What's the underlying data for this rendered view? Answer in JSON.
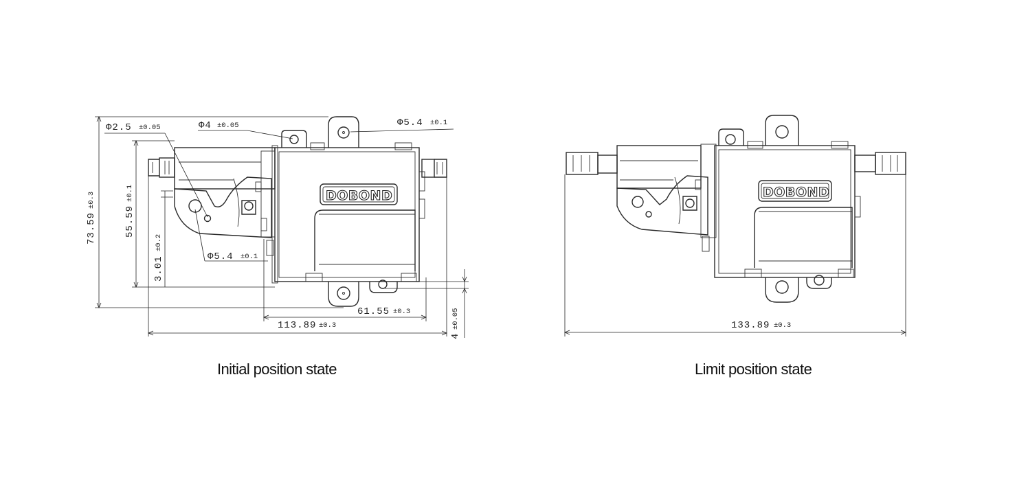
{
  "brand": "DOBOND",
  "left_view": {
    "caption": "Initial position state",
    "dims": {
      "hole_small": {
        "value": "Φ2.5",
        "tol": "±0.05"
      },
      "hole_mid": {
        "value": "Φ4",
        "tol": "±0.05"
      },
      "hole_top": {
        "value": "Φ5.4",
        "tol": "±0.1"
      },
      "hole_low": {
        "value": "Φ5.4",
        "tol": "±0.1"
      },
      "height_total": {
        "value": "73.59",
        "tol": "±0.3"
      },
      "height_body": {
        "value": "55.59",
        "tol": "±0.1"
      },
      "offset": {
        "value": "3.01",
        "tol": "±0.2"
      },
      "width_mid": {
        "value": "61.55",
        "tol": "±0.3"
      },
      "width_total": {
        "value": "113.89",
        "tol": "±0.3"
      },
      "thickness": {
        "value": "4",
        "tol": "±0.05"
      }
    }
  },
  "right_view": {
    "caption": "Limit position state",
    "dims": {
      "width_total": {
        "value": "133.89",
        "tol": "±0.3"
      }
    }
  }
}
